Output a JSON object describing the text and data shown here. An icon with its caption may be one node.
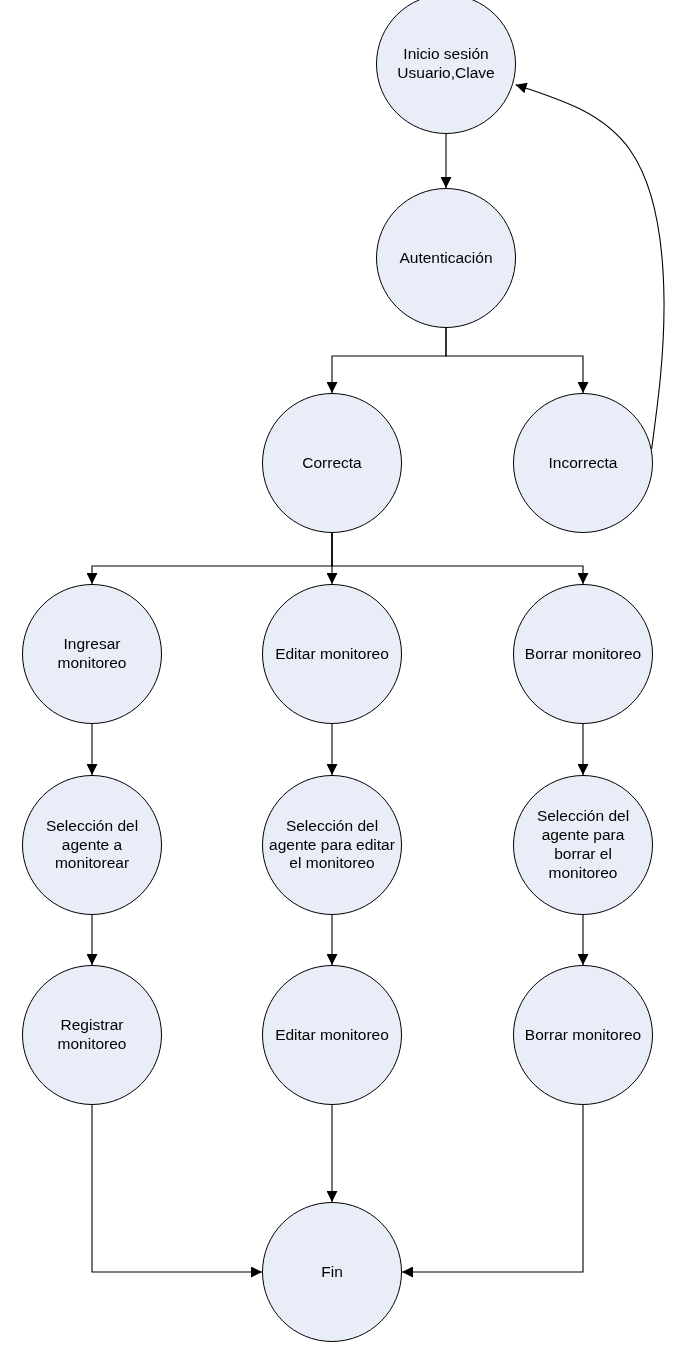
{
  "diagram": {
    "nodes": [
      {
        "text": [
          "Inicio sesión Usuario,Clave"
        ]
      },
      {
        "text": [
          "Autenticación"
        ]
      },
      {
        "text": [
          "Correcta"
        ]
      },
      {
        "text": [
          "Incorrecta"
        ]
      },
      {
        "text": [
          "Ingresar monitoreo"
        ]
      },
      {
        "text": [
          "Editar monitoreo"
        ]
      },
      {
        "text": [
          "Borrar monitoreo"
        ]
      },
      {
        "text": [
          "Selección del agente a monitorear"
        ]
      },
      {
        "text": [
          "Selección del agente para editar el monitoreo"
        ]
      },
      {
        "text": [
          "Selección del agente para borrar el monitoreo"
        ]
      },
      {
        "text": [
          "Registrar monitoreo"
        ]
      },
      {
        "text": [
          "Editar monitoreo"
        ]
      },
      {
        "text": [
          "Borrar monitoreo"
        ]
      },
      {
        "text": [
          "Fin"
        ]
      }
    ],
    "edges": [
      {
        "from": 0,
        "to": 1,
        "arrow": "to"
      },
      {
        "from": 1,
        "to": 2,
        "arrow": "to"
      },
      {
        "from": 1,
        "to": 3,
        "arrow": "to"
      },
      {
        "from": 3,
        "to": 0,
        "arrow": "to"
      },
      {
        "from": 2,
        "to": 4,
        "arrow": "to"
      },
      {
        "from": 2,
        "to": 5,
        "arrow": "to"
      },
      {
        "from": 2,
        "to": 6,
        "arrow": "to"
      },
      {
        "from": 4,
        "to": 7,
        "arrow": "to"
      },
      {
        "from": 5,
        "to": 8,
        "arrow": "to"
      },
      {
        "from": 6,
        "to": 9,
        "arrow": "to"
      },
      {
        "from": 7,
        "to": 10,
        "arrow": "to"
      },
      {
        "from": 8,
        "to": 11,
        "arrow": "to"
      },
      {
        "from": 9,
        "to": 12,
        "arrow": "to"
      },
      {
        "from": 10,
        "to": 13,
        "arrow": "to"
      },
      {
        "from": 11,
        "to": 13,
        "arrow": "to"
      },
      {
        "from": 12,
        "to": 13,
        "arrow": "to"
      }
    ]
  }
}
